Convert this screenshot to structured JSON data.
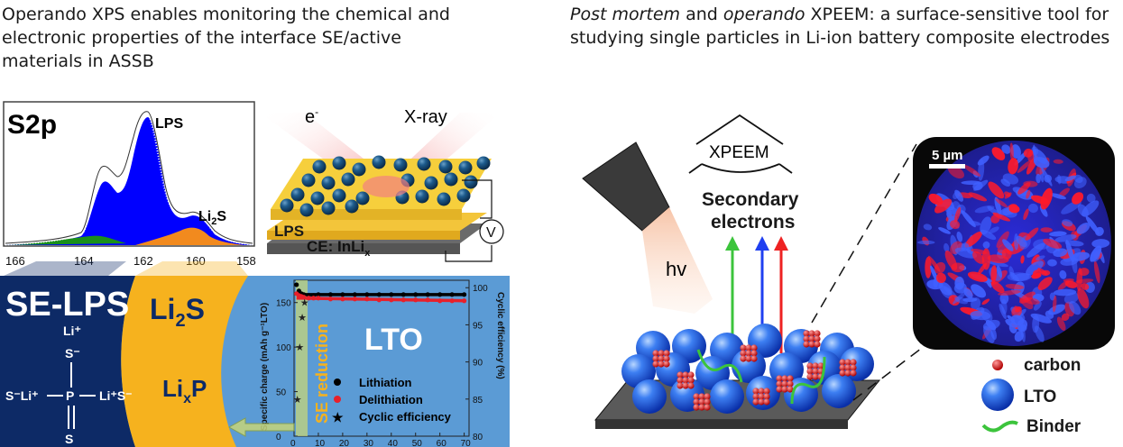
{
  "left_heading": {
    "line1": "Operando XPS enables monitoring the chemical and",
    "line2": "electronic properties of the interface SE/active",
    "line3": "materials in ASSB"
  },
  "right_heading": {
    "italic1": "Post mortem",
    "plain1": " and ",
    "italic2": "operando",
    "plain2": " XPEEM: a surface-sensitive tool for",
    "line2": "studying single particles in Li-ion battery composite electrodes"
  },
  "xps": {
    "label": "S2p",
    "peak_main": "LPS",
    "peak_li2s": "Li",
    "peak_li2s_sub": "2",
    "peak_li2s_end": "S",
    "ticks": [
      "166",
      "164",
      "162",
      "160",
      "158"
    ]
  },
  "cell": {
    "electron": "e",
    "electron_sup": "-",
    "xray": "X-ray",
    "lps": "LPS",
    "ce": "CE: InLi",
    "ce_sub": "x",
    "voltmeter": "V"
  },
  "bottom": {
    "se_lps": "SE-LPS",
    "li2s": "Li",
    "li2s_sub": "2",
    "li2s_end": "S",
    "lixp": "Li",
    "lixp_sub": "x",
    "lixp_end": "P",
    "lto": "LTO",
    "se_reduction": "SE reduction",
    "molecule": {
      "li_top": "Li⁺",
      "s_top": "S⁻",
      "left": "S⁻Li⁺",
      "p": "P",
      "right": "Li⁺S⁻",
      "s_bottom": "S"
    }
  },
  "chart_data": {
    "type": "scatter",
    "ylabel": "Specific charge (mAh g⁻¹LTO)",
    "y2label": "Cyclic efficiency (%)",
    "ylim": [
      0,
      175
    ],
    "y2lim": [
      80,
      101
    ],
    "xlim": [
      0,
      72
    ],
    "x_ticks": [
      "0",
      "10",
      "20",
      "30",
      "40",
      "50",
      "60",
      "70"
    ],
    "y_ticks": [
      "0",
      "50",
      "100",
      "150"
    ],
    "y2_ticks": [
      "80",
      "85",
      "90",
      "95",
      "100"
    ],
    "series": [
      {
        "name": "Lithiation",
        "color": "#000000",
        "marker": "circle",
        "x": [
          1,
          2,
          3,
          4,
          6,
          8,
          10,
          15,
          20,
          25,
          30,
          35,
          40,
          45,
          50,
          55,
          60,
          65,
          70
        ],
        "values": [
          170,
          163,
          160,
          159,
          158,
          158,
          159,
          159,
          159,
          159,
          159,
          159,
          159,
          159,
          159,
          159,
          159,
          159,
          159
        ]
      },
      {
        "name": "Delithiation",
        "color": "#e8202a",
        "marker": "circle",
        "x": [
          1,
          2,
          3,
          4,
          6,
          8,
          10,
          15,
          20,
          25,
          30,
          35,
          40,
          45,
          50,
          55,
          60,
          65,
          70
        ],
        "values": [
          160,
          158,
          157,
          156,
          155,
          155,
          155,
          154,
          154,
          154,
          154,
          153,
          153,
          153,
          153,
          153,
          152,
          152,
          152
        ]
      },
      {
        "name": "Cyclic efficiency",
        "color": "#222222",
        "marker": "star",
        "x": [
          1,
          2,
          3,
          4
        ],
        "values": [
          85,
          92,
          96,
          98
        ]
      }
    ]
  },
  "xpeem": {
    "hv": "hv",
    "xpeem": "XPEEM",
    "secondary1": "Secondary",
    "secondary2": "electrons",
    "scalebar": "5 µm",
    "legend": {
      "carbon": "carbon",
      "lto": "LTO",
      "binder": "Binder"
    }
  },
  "colors": {
    "blue_fill": "#0000ff",
    "green_fill": "#1a8f1a",
    "orange_fill": "#f28a1e",
    "navy": "#0d2a66",
    "gold": "#f6b21e",
    "lto_blue": "#5b9bd5",
    "arrow_green": "#3cc43c",
    "arrow_blue": "#1f3ff0",
    "arrow_red": "#ee2222"
  }
}
